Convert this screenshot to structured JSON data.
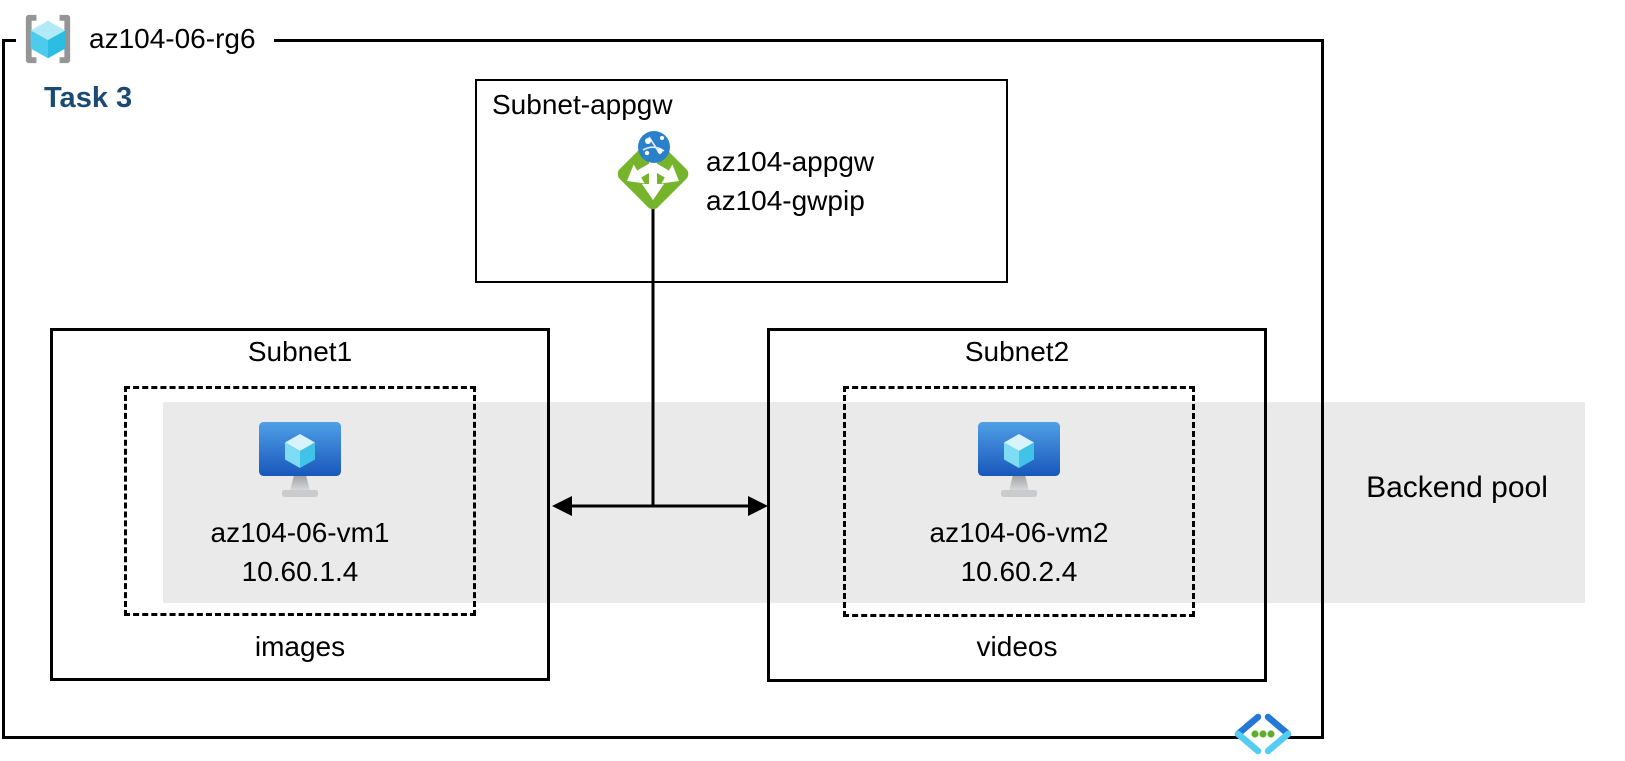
{
  "resource_group": {
    "name": "az104-06-rg6"
  },
  "task": {
    "label": "Task 3"
  },
  "appgw_subnet": {
    "label": "Subnet-appgw",
    "gateway_name": "az104-appgw",
    "gateway_public_ip": "az104-gwpip"
  },
  "subnets": [
    {
      "label": "Subnet1",
      "vm_name": "az104-06-vm1",
      "vm_ip": "10.60.1.4",
      "content_label": "images"
    },
    {
      "label": "Subnet2",
      "vm_name": "az104-06-vm2",
      "vm_ip": "10.60.2.4",
      "content_label": "videos"
    }
  ],
  "backend_pool": {
    "label": "Backend pool"
  },
  "icons": {
    "resource_group": "resource-group-icon",
    "application_gateway": "application-gateway-icon",
    "virtual_machine": "virtual-machine-icon",
    "virtual_network": "virtual-network-icon"
  },
  "colors": {
    "task_label_navy": "#1b4a72",
    "backend_band_gray": "#eaeaea",
    "appgw_green": "#76b42c",
    "globe_blue": "#2a80c9",
    "vm_screen_top": "#509fe6",
    "vm_screen_bottom": "#1857bb",
    "cube_cyan_light": "#d7f3fc",
    "cube_cyan_mid": "#7edcf4",
    "cube_cyan_dark": "#40c3e6",
    "vnet_dark_blue": "#2478d6",
    "vnet_cyan": "#55cdf2",
    "vnet_dot_green": "#5fae2f",
    "outline": "#000000"
  }
}
